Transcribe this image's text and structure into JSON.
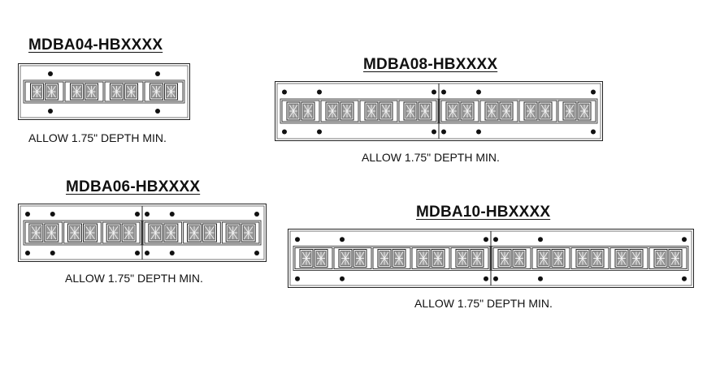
{
  "models": [
    {
      "id": "mdba04",
      "title": "MDBA04-HBXXXX",
      "note": "ALLOW 1.75\" DEPTH MIN.",
      "sections": 1,
      "displays_per_section": 4
    },
    {
      "id": "mdba08",
      "title": "MDBA08-HBXXXX",
      "note": "ALLOW 1.75\" DEPTH MIN.",
      "sections": 2,
      "displays_per_section": 4
    },
    {
      "id": "mdba06",
      "title": "MDBA06-HBXXXX",
      "note": "ALLOW 1.75\" DEPTH MIN.",
      "sections": 2,
      "displays_per_section": 3
    },
    {
      "id": "mdba10",
      "title": "MDBA10-HBXXXX",
      "note": "ALLOW 1.75\" DEPTH MIN.",
      "sections": 2,
      "displays_per_section": 5
    }
  ]
}
